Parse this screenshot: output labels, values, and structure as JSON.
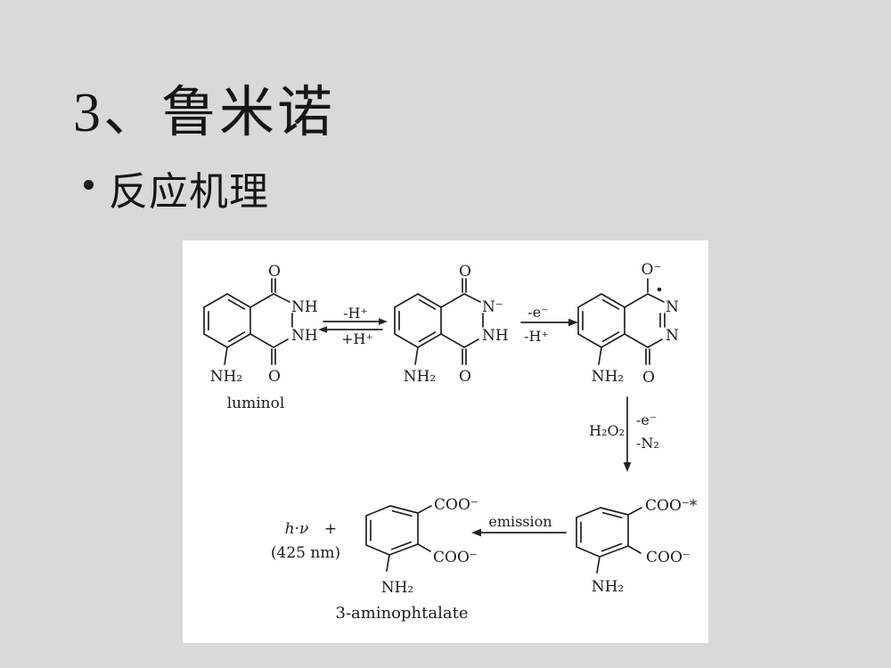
{
  "slide": {
    "title": "3、鲁米诺",
    "bullet_text": "反应机理",
    "colors": {
      "background": "#d9d9d9",
      "panel": "#ffffff",
      "text": "#161616",
      "ink": "#222222"
    }
  },
  "diagram": {
    "s1": {
      "o_top": "O",
      "n_up": "NH",
      "n_dn": "NH",
      "o_bot": "O",
      "amine": "NH₂",
      "caption": "luminol"
    },
    "arrow1": {
      "top": "-H⁺",
      "bottom": "+H⁺"
    },
    "s2": {
      "o_top": "O",
      "n_up": "N⁻",
      "n_dn": "NH",
      "o_bot": "O",
      "amine": "NH₂"
    },
    "arrow2": {
      "top": "-e⁻",
      "bottom": "-H⁺"
    },
    "s3": {
      "o_top": "O⁻",
      "n_up": "N",
      "n_dn": "N",
      "o_bot": "O",
      "amine": "NH₂"
    },
    "arrow3": {
      "left": "H₂O₂",
      "right1": "-e⁻",
      "right2": "-N₂"
    },
    "s4": {
      "coo_top": "COO⁻*",
      "coo_bot": "COO⁻",
      "amine": "NH₂"
    },
    "arrow4": {
      "label": "emission"
    },
    "s5": {
      "coo_top": "COO⁻",
      "coo_bot": "COO⁻",
      "amine": "NH₂",
      "caption": "3-aminophtalate"
    },
    "photon": {
      "hv": "h·ν",
      "plus": "+",
      "wavelength": "(425 nm)"
    }
  }
}
